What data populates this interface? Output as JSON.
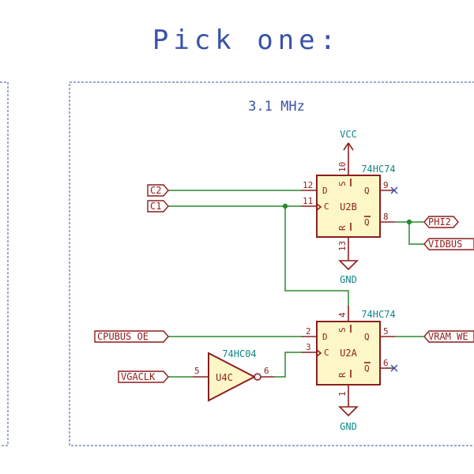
{
  "title": "Pick one:",
  "group_label": "3.1 MHz",
  "power": {
    "vcc": "VCC",
    "gnd_top": "GND",
    "gnd_bottom": "GND"
  },
  "u2b": {
    "ref": "U2B",
    "part": "74HC74",
    "pins": {
      "D": "D",
      "C": "C",
      "S": "S",
      "R": "R",
      "Q": "Q",
      "Qn": "Q"
    },
    "numbers": {
      "d": "12",
      "c": "11",
      "s": "10",
      "r": "13",
      "q": "9",
      "qn": "8"
    }
  },
  "u2a": {
    "ref": "U2A",
    "part": "74HC74",
    "pins": {
      "D": "D",
      "C": "C",
      "S": "S",
      "R": "R",
      "Q": "Q",
      "Qn": "Q"
    },
    "numbers": {
      "d": "2",
      "c": "3",
      "s": "4",
      "r": "1",
      "q": "5",
      "qn": "6"
    }
  },
  "u4c": {
    "ref": "U4C",
    "part": "74HC04",
    "numbers": {
      "in": "5",
      "out": "6"
    }
  },
  "net_labels": {
    "c2": "C2",
    "c1": "C1",
    "phi2": "PHI2",
    "vidbus": "VIDBUS_",
    "cpubus_oe": "CPUBUS_OE",
    "vram_w": "VRAM_WE",
    "vgaclk": "VGACLK"
  },
  "colors": {
    "frame": "#3a52a8",
    "symbol_outline": "#8c1d1d",
    "symbol_fill": "#fdf7c8",
    "wire": "#2a8a2a",
    "power_text": "#108585"
  }
}
